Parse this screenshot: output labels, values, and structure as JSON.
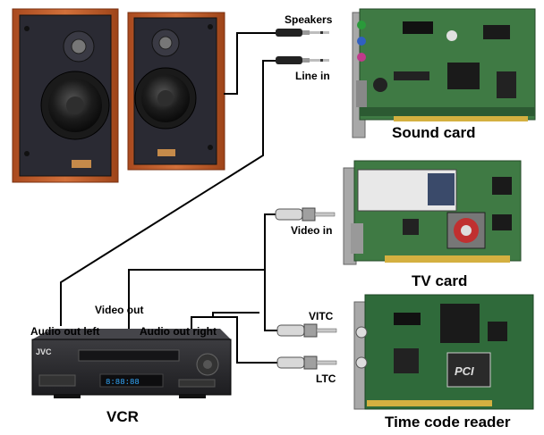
{
  "labels": {
    "speakers": "Speakers",
    "line_in": "Line in",
    "sound_card": "Sound card",
    "video_in": "Video in",
    "tv_card": "TV card",
    "vitc": "VITC",
    "ltc": "LTC",
    "time_code_reader": "Time code reader",
    "video_out": "Video out",
    "audio_out_left": "Audio out left",
    "audio_out_right": "Audio out right",
    "vcr": "VCR",
    "vcr_brand": "JVC"
  },
  "colors": {
    "speaker_wood": "#c8602c",
    "speaker_face": "#2a2a33",
    "pcb_green": "#3f7a44",
    "pcb_dark": "#2c5a32",
    "bracket_metal": "#a8a8a8",
    "vcr_body": "#2b2b2e",
    "cable": "#000000",
    "rca_tip": "#b0b0b0"
  }
}
